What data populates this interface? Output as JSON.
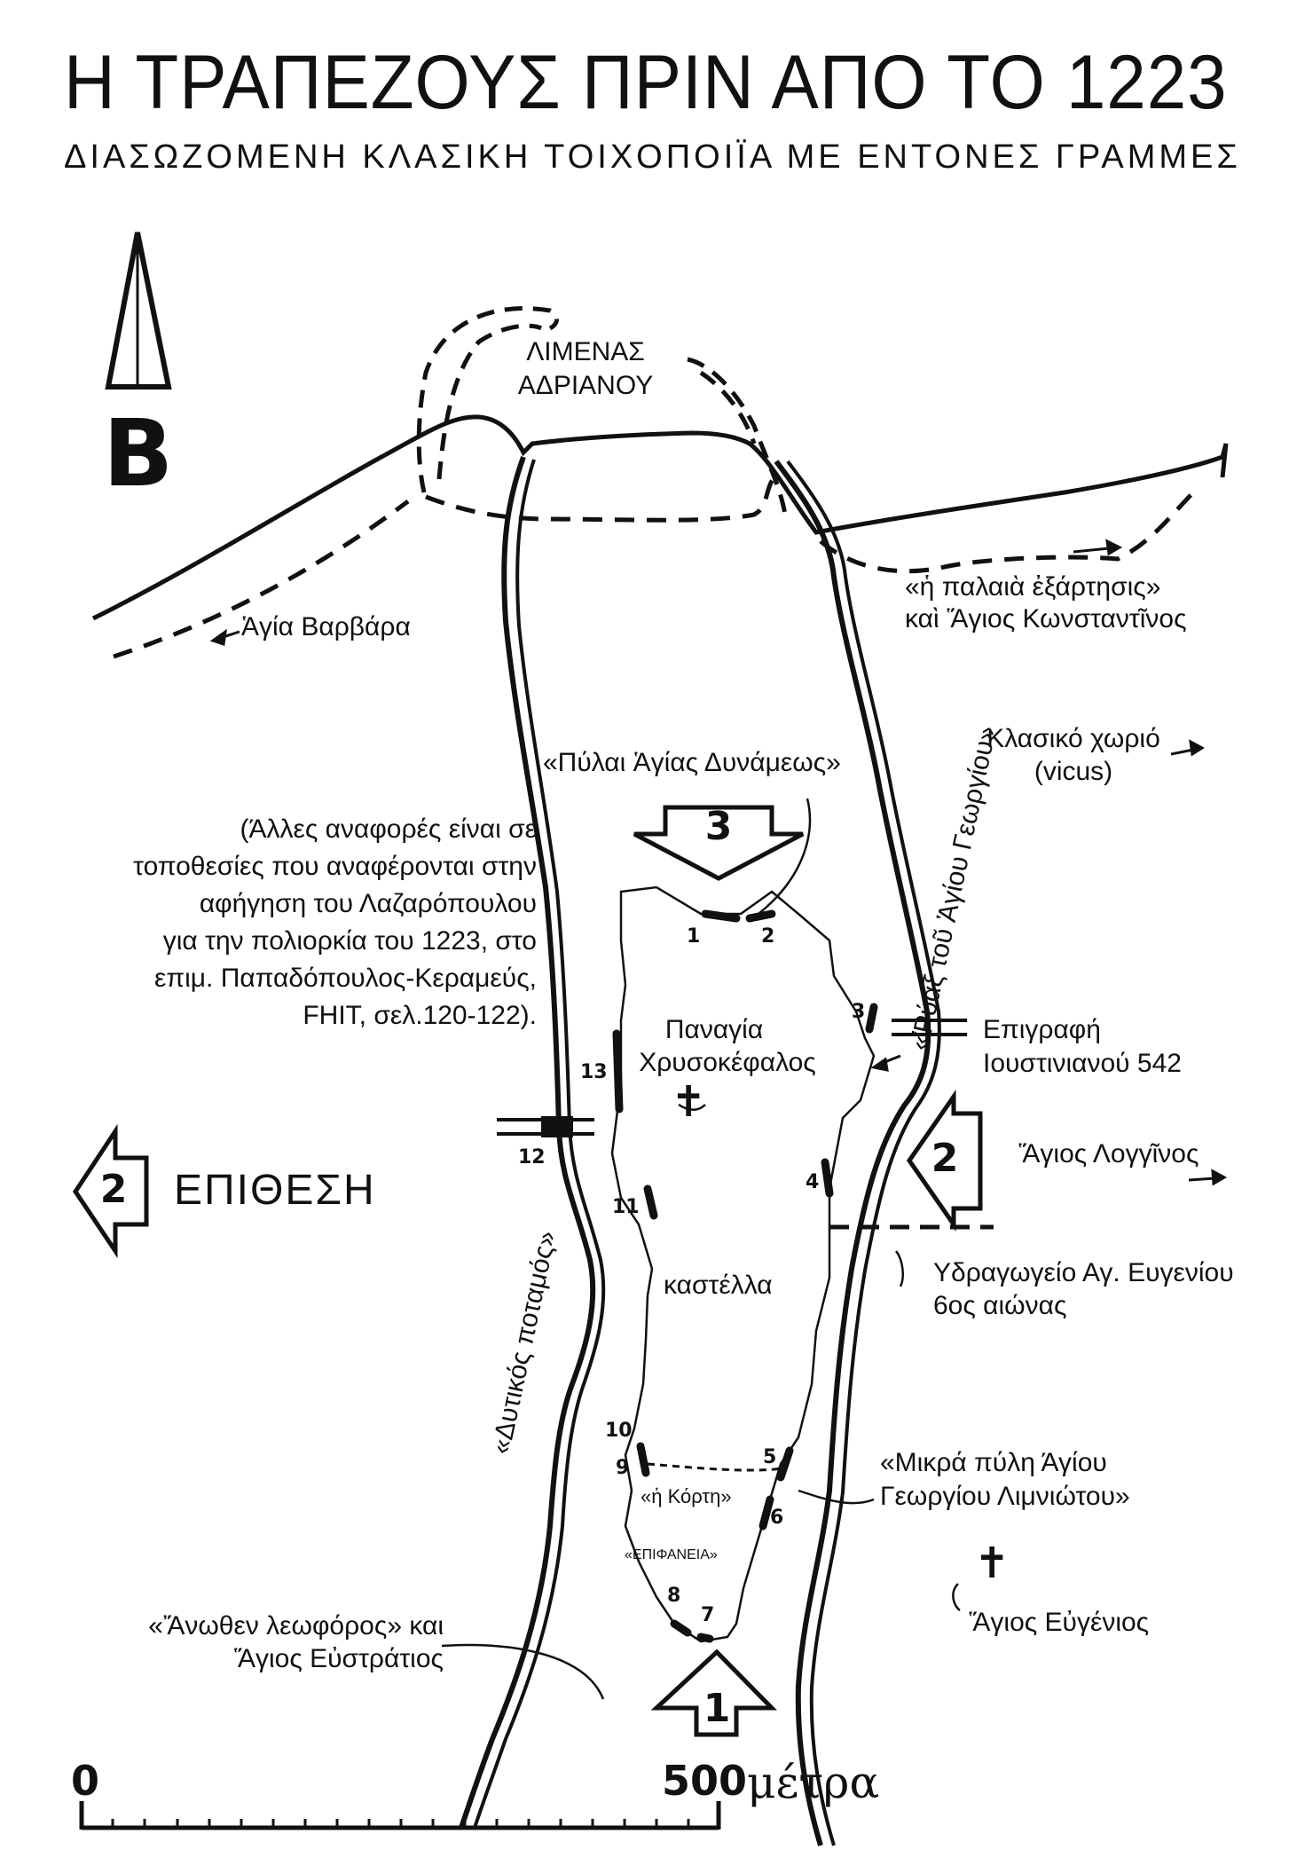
{
  "title": "Η ΤΡΑΠΕΖΟΥΣ ΠΡΙΝ ΑΠΟ ΤΟ 1223",
  "subtitle": "ΔΙΑΣΩΖΟΜΕΝΗ ΚΛΑΣΙΚΗ ΤΟΙΧΟΠΟΙΪΑ ΜΕ ΕΝΤΟΝΕΣ ΓΡΑΜΜΕΣ",
  "north": "B",
  "labels": {
    "harbour_1": "ΛΙΜΕΝΑΣ",
    "harbour_2": "ΑΔΡΙΑΝΟΥ",
    "agia_varvara": "Ἁγία Βαρβάρα",
    "exartisis_1": "«ἡ παλαιὰ  ἐξάρτησις»",
    "exartisis_2": "καὶ Ἅγιος Κωνσταντῖνος",
    "vicus_1": "Κλασικό χωριό",
    "vicus_2": "(vicus)",
    "pylai": "«Πύλαι Ἁγίας Δυνάμεως»",
    "ryax": "«Ῥύαξ τοῦ Ἁγίου Γεωργίου»",
    "note_1": "(Άλλες αναφορές είναι σε",
    "note_2": "τοποθεσίες που αναφέρονται στην",
    "note_3": "αφήγηση του Λαζαρόπουλου",
    "note_4": "για την πολιορκία του 1223, στο",
    "note_5": "επιμ. Παπαδόπουλος-Κεραμεύς,",
    "note_6": "FHIT, σελ.120-122).",
    "panagia_1": "Παναγία",
    "panagia_2": "Χρυσοκέφαλος",
    "epigrafi_1": "Επιγραφή",
    "epigrafi_2": "Ιουστινιανού 542",
    "longinos": "Ἅγιος Λογγῖνος",
    "attack": "ΕΠΙΘΕΣΗ",
    "kastella": "καστέλλα",
    "dytikos": "«Δυτικός ποταμός»",
    "ydragogeio_1": "Υδραγωγείο Αγ. Ευγενίου",
    "ydragogeio_2": "6ος αιώνας",
    "mikra_1": "«Μικρά πύλη Άγίου",
    "mikra_2": "Γεωργίου Λιμνιώτου»",
    "korti": "«ἡ Κόρτη»",
    "epifaneia": "«ΕΠΙΦΑΝΕΙΑ»",
    "eugenios": "Ἅγιος Εὐγένιος",
    "anothen_1": "«Ἄνωθεν λεωφόρος» και",
    "anothen_2": "Ἅγιος Εὐστράτιος"
  },
  "wall_numbers": [
    "1",
    "2",
    "3",
    "4",
    "5",
    "6",
    "7",
    "8",
    "9",
    "10",
    "11",
    "12",
    "13"
  ],
  "arrows": {
    "north_attack": "3",
    "east_attack": "2",
    "west_attack": "2",
    "south_attack": "1"
  },
  "scale": {
    "start": "0",
    "end": "500",
    "unit": "μέτρα"
  },
  "icons": {
    "cross": "✝",
    "north_arrow": "north-arrow-icon"
  }
}
